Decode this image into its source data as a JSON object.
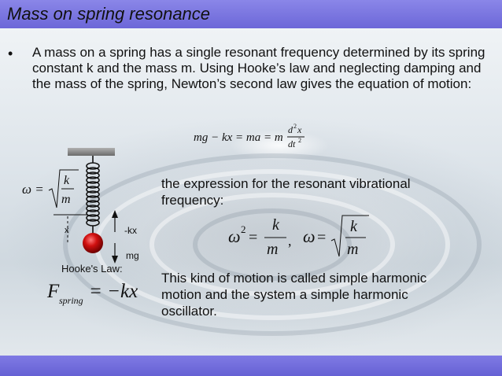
{
  "slide": {
    "title": "Mass on spring resonance",
    "bullet_symbol": "•",
    "intro_text": "A mass on a spring has a single resonant frequency determined by its spring constant k and the mass m. Using Hooke’s law and neglecting damping and the mass of the spring, Newton’s second law gives the equation of motion:",
    "equation_of_motion": "mg − kx = ma = m d²x/dt²",
    "resonant_text": "the expression for the resonant vibrational frequency:",
    "shm_text": "This kind of motion is called simple harmonic motion and the system a simple harmonic oscillator."
  },
  "diagram": {
    "omega_formula": "ω = √(k/m)",
    "x_label": "x",
    "force_up_label": "-kx",
    "force_down_label": "mg",
    "hookes_law_label": "Hooke's Law:",
    "hookes_law_formula": "F_spring = −kx",
    "mass_color": "#d01010",
    "ceiling_color": "#8a8a8a"
  },
  "formulas": {
    "omega_squared": "ω² = k/m ,",
    "omega": "ω = √(k/m)"
  },
  "colors": {
    "title_bar": "#7a75e0",
    "bottom_bar": "#6f6ad9"
  }
}
